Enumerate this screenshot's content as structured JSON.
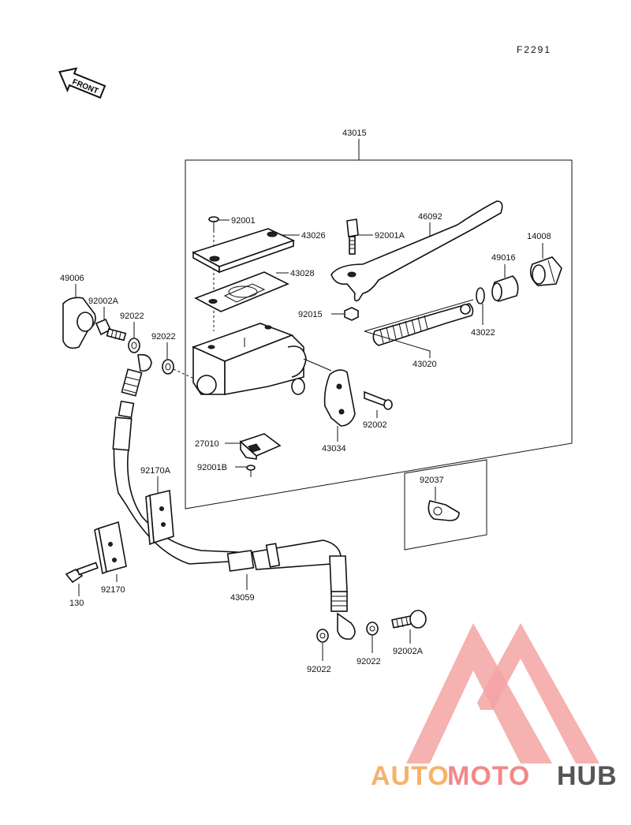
{
  "figure_code": "F2291",
  "front_arrow_label": "FRONT",
  "watermark": {
    "part1": "AUTO",
    "part2": "MOTO",
    "part3": "HUB",
    "color1": "#f6b26b",
    "color2": "#f08a8a",
    "color3": "#555555"
  },
  "callouts": {
    "c43015": "43015",
    "c92001": "92001",
    "c43026": "43026",
    "c92001A": "92001A",
    "c46092": "46092",
    "c14008": "14008",
    "c43028": "43028",
    "c49016": "49016",
    "c49006": "49006",
    "c92002A_top": "92002A",
    "c92022_a": "92022",
    "c92022_b": "92022",
    "c92015": "92015",
    "c43022": "43022",
    "c43020": "43020",
    "c92002": "92002",
    "c43034": "43034",
    "c27010": "27010",
    "c92001B": "92001B",
    "c92037": "92037",
    "c92170A": "92170A",
    "c130": "130",
    "c92170": "92170",
    "c43059": "43059",
    "c92022_c": "92022",
    "c92022_d": "92022",
    "c92002A_bot": "92002A"
  }
}
